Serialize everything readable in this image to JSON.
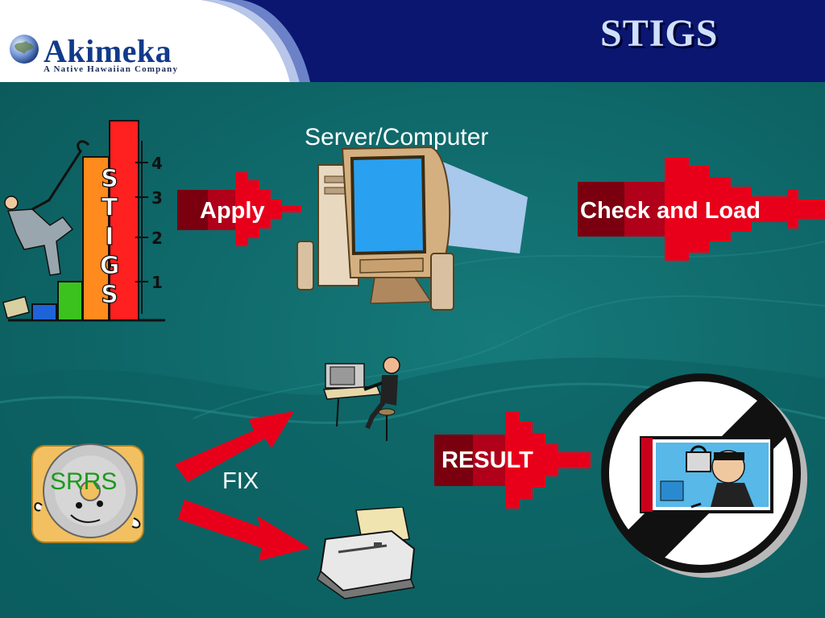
{
  "header": {
    "title": "STIGS",
    "logo": {
      "name": "Akimeka",
      "tagline": "A Native Hawaiian Company",
      "icon": "globe-icon"
    }
  },
  "chart_graphic": {
    "word": "STIGS",
    "ticks": [
      "4",
      "3",
      "2",
      "1"
    ]
  },
  "labels": {
    "server": "Server/Computer",
    "apply": "Apply",
    "check_and_load": "Check and Load",
    "result": "RESULT",
    "fix": "FIX",
    "srrs": "SRRS"
  },
  "colors": {
    "header_bg": "#0a1670",
    "slide_bg": "#0f6b6c",
    "arrow_red": "#e8001a",
    "arrow_dark": "#7a0010",
    "title": "#cfe0ff"
  }
}
